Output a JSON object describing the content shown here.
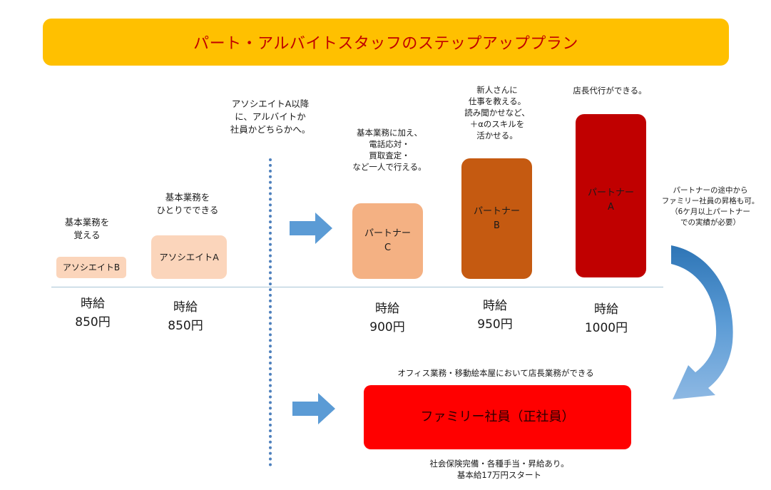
{
  "title": "パート・アルバイトスタッフのステップアッププラン",
  "notes": {
    "associate_b": "基本業務を\n覚える",
    "associate_a": "基本業務を\nひとりでできる",
    "after_associate_a": "アソシエイトA以降\nに、アルバイトか\n社員かどちらかへ。",
    "partner_c": "基本業務に加え、\n電話応対・\n買取査定・\nなど一人で行える。",
    "partner_b": "新人さんに\n仕事を教える。\n読み聞かせなど、\n＋αのスキルを\n活かせる。",
    "partner_a": "店長代行ができる。",
    "promotion": "パートナーの途中から\nファミリー社員の昇格も可。\n（6ケ月以上パートナー\nでの実績が必要）",
    "family_top": "オフィス業務・移動絵本屋において店長業務ができる",
    "family_bottom": "社会保険完備・各種手当・昇給あり。\n基本給17万円スタート"
  },
  "roles": {
    "associate_b": "アソシエイトB",
    "associate_a": "アソシエイトA",
    "partner_c": "パートナー\nC",
    "partner_b": "パートナー\nB",
    "partner_a": "パートナー\nA",
    "family": "ファミリー社員（正社員）"
  },
  "wages": {
    "associate_b": "時給\n850円",
    "associate_a": "時給\n850円",
    "partner_c": "時給\n900円",
    "partner_b": "時給\n950円",
    "partner_a": "時給\n1000円"
  },
  "colors": {
    "banner": "#ffc000",
    "title_text": "#c00000",
    "associate": "#fbd5bb",
    "partner_c": "#f4b183",
    "partner_b": "#c55a11",
    "partner_a": "#c00000",
    "family": "#ff0000",
    "arrow": "#5b9bd5"
  }
}
